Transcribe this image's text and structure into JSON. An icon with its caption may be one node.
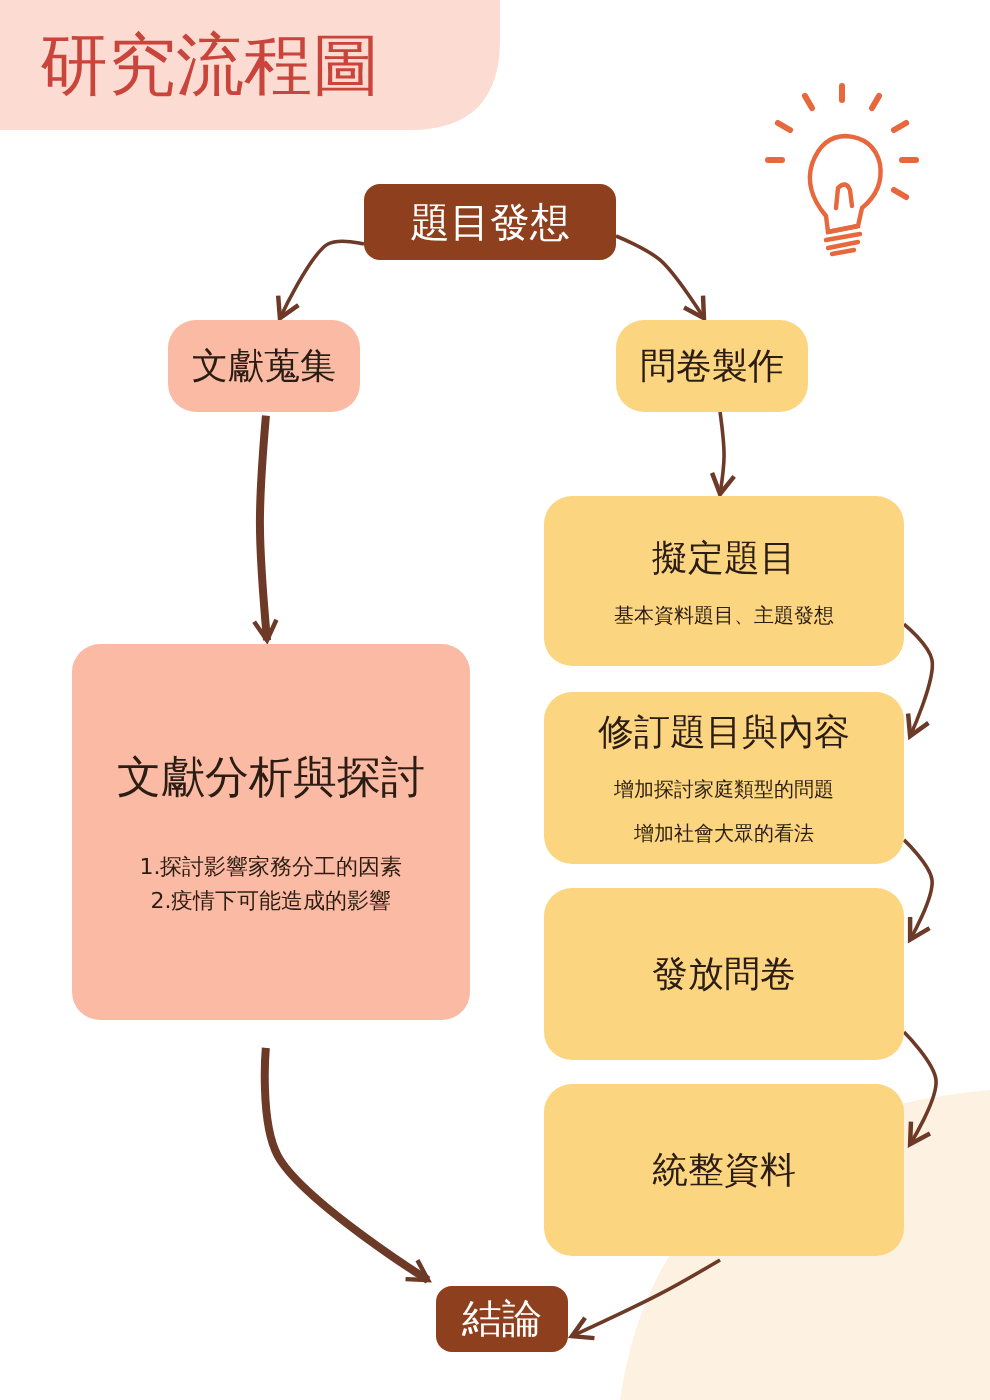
{
  "diagram": {
    "title": "研究流程圖",
    "nodes": [
      {
        "text": [
          "題目發想"
        ]
      },
      {
        "text": [
          "文獻蒐集"
        ]
      },
      {
        "text": [
          "問卷製作"
        ]
      },
      {
        "text": [
          "文獻分析與探討",
          "1.探討影響家務分工的因素",
          "2.疫情下可能造成的影響"
        ]
      },
      {
        "text": [
          "擬定題目",
          "基本資料題目、主題發想"
        ]
      },
      {
        "text": [
          "修訂題目與內容",
          "增加探討家庭類型的問題",
          "增加社會大眾的看法"
        ]
      },
      {
        "text": [
          "發放問卷"
        ]
      },
      {
        "text": [
          "統整資料"
        ]
      },
      {
        "text": [
          "結論"
        ]
      }
    ],
    "edges": [
      {
        "from": 0,
        "to": 1,
        "arrow": "to"
      },
      {
        "from": 0,
        "to": 2,
        "arrow": "to"
      },
      {
        "from": 1,
        "to": 3,
        "arrow": "to",
        "style": "thick"
      },
      {
        "from": 2,
        "to": 4,
        "arrow": "to"
      },
      {
        "from": 4,
        "to": 5,
        "arrow": "to"
      },
      {
        "from": 5,
        "to": 6,
        "arrow": "to"
      },
      {
        "from": 6,
        "to": 7,
        "arrow": "to"
      },
      {
        "from": 3,
        "to": 8,
        "arrow": "to",
        "style": "thick"
      },
      {
        "from": 7,
        "to": 8,
        "arrow": "to"
      }
    ]
  }
}
